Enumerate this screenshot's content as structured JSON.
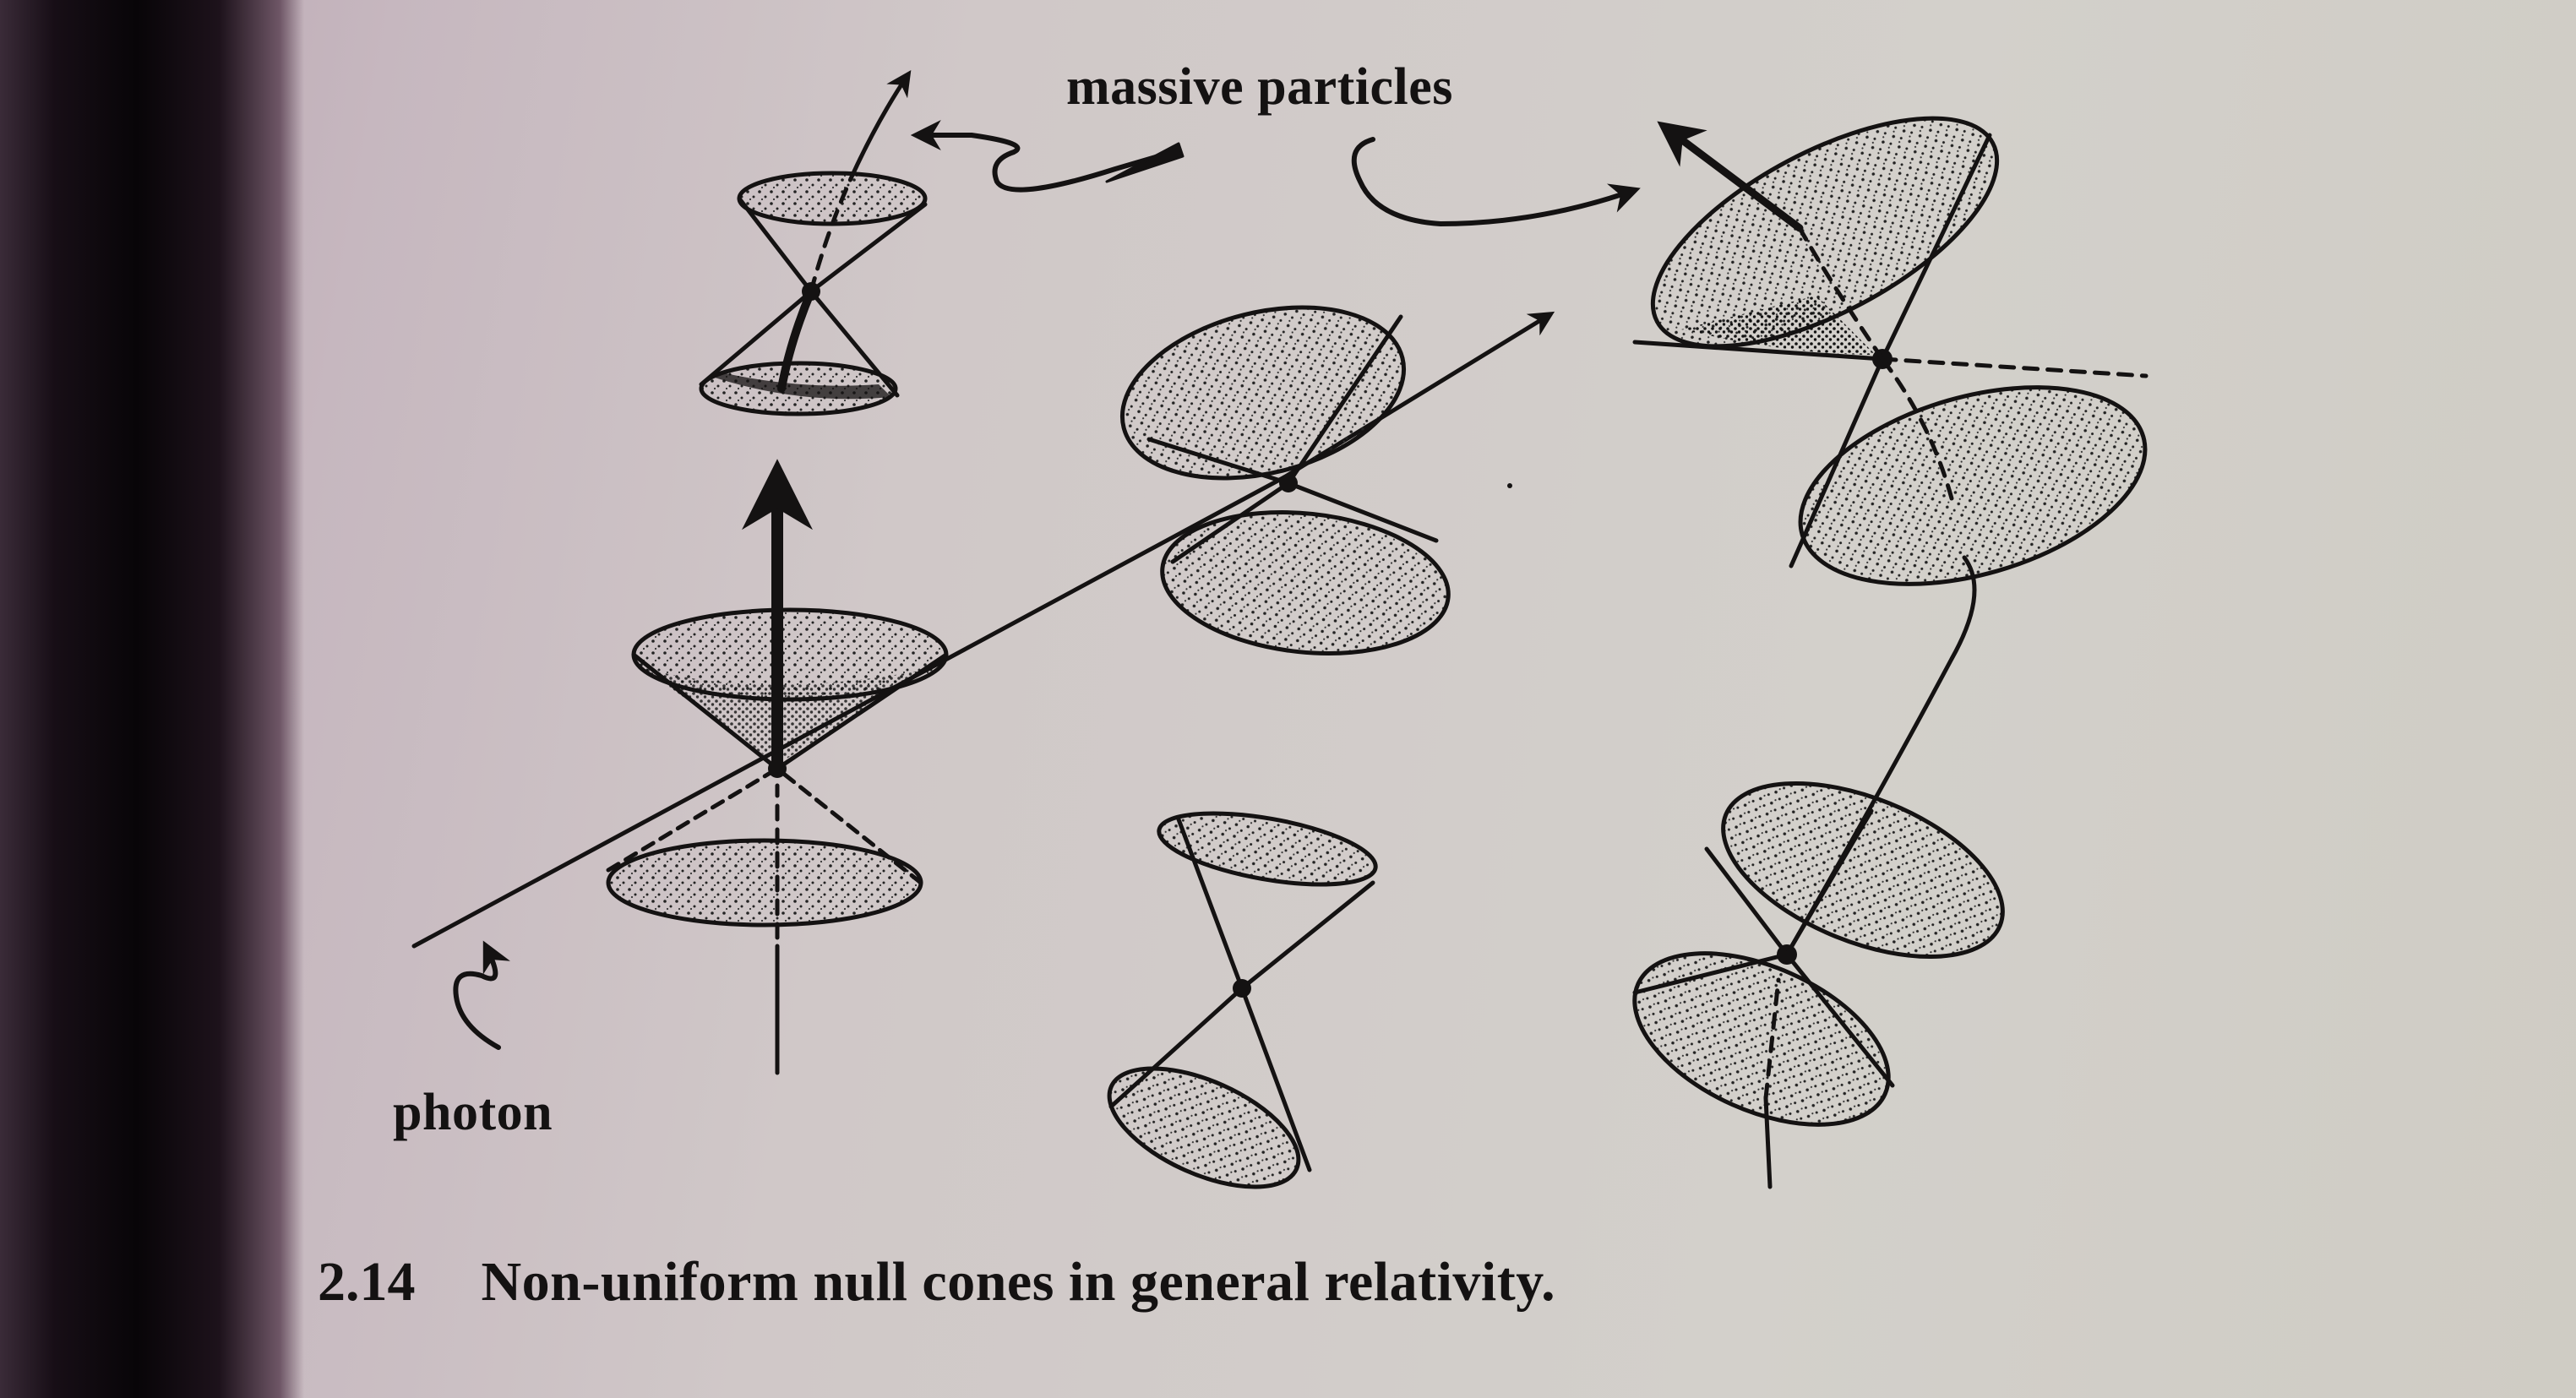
{
  "figure": {
    "labels": {
      "massive_particles": "massive particles",
      "photon": "photon"
    },
    "caption": {
      "number": "2.14",
      "text": "Non-uniform null cones in general relativity."
    }
  }
}
